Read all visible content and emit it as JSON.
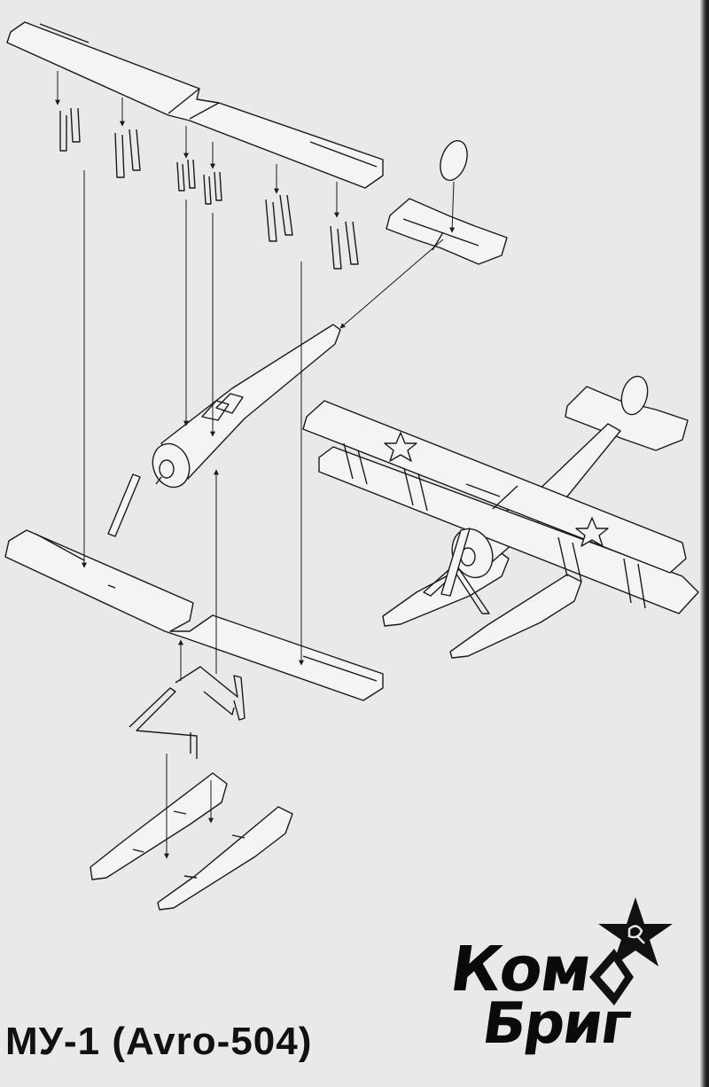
{
  "title": "МУ-1 (Avro-504)",
  "logo": {
    "line1": "Ком",
    "line2": "Бриг",
    "icon": "star-hammer-sickle-icon"
  },
  "colors": {
    "paper": "#e9e9ea",
    "ink": "#1a1a1a",
    "part_fill": "#f4f4f4"
  },
  "parts": [
    "upper-wing",
    "interplane-struts",
    "cabane-struts",
    "fuselage",
    "tailplane",
    "fin",
    "propeller",
    "lower-wing",
    "float-struts",
    "floats",
    "assembled-model"
  ]
}
